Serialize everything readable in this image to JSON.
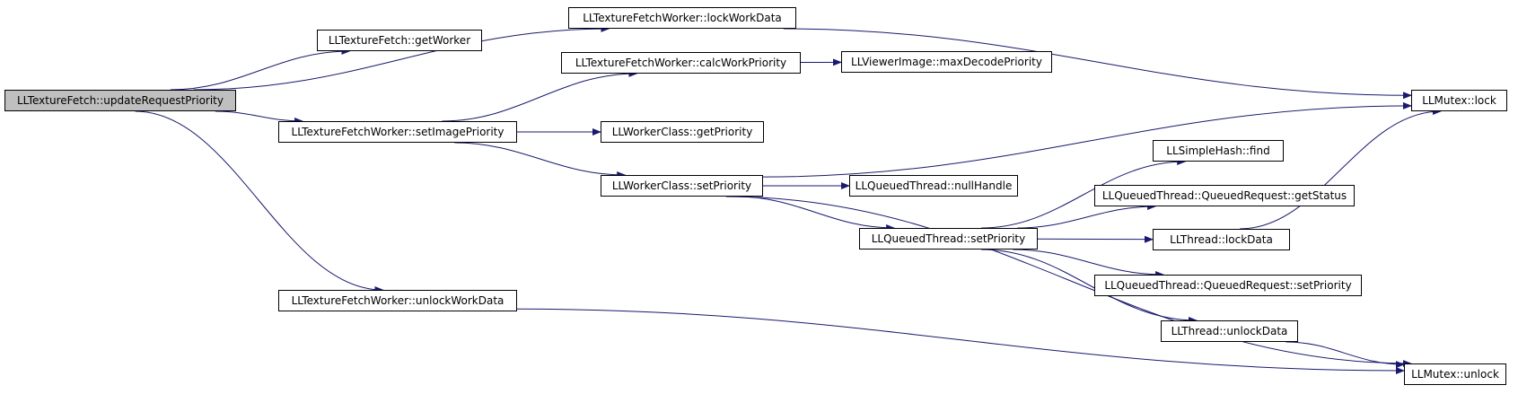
{
  "graph": {
    "colors": {
      "edge": "#191970",
      "root_fill": "#bfbfbf",
      "node_fill": "#ffffff",
      "border": "#000000"
    },
    "nodes": [
      {
        "id": "updateRequestPriority",
        "label": "LLTextureFetch::updateRequestPriority",
        "root": true
      },
      {
        "id": "getWorker",
        "label": "LLTextureFetch::getWorker"
      },
      {
        "id": "lockWorkData",
        "label": "LLTextureFetchWorker::lockWorkData"
      },
      {
        "id": "calcWorkPriority",
        "label": "LLTextureFetchWorker::calcWorkPriority"
      },
      {
        "id": "maxDecodePriority",
        "label": "LLViewerImage::maxDecodePriority"
      },
      {
        "id": "setImagePriority",
        "label": "LLTextureFetchWorker::setImagePriority"
      },
      {
        "id": "wcGetPriority",
        "label": "LLWorkerClass::getPriority"
      },
      {
        "id": "wcSetPriority",
        "label": "LLWorkerClass::setPriority"
      },
      {
        "id": "nullHandle",
        "label": "LLQueuedThread::nullHandle"
      },
      {
        "id": "qtSetPriority",
        "label": "LLQueuedThread::setPriority"
      },
      {
        "id": "hashFind",
        "label": "LLSimpleHash::find"
      },
      {
        "id": "qrGetStatus",
        "label": "LLQueuedThread::QueuedRequest::getStatus"
      },
      {
        "id": "lockData",
        "label": "LLThread::lockData"
      },
      {
        "id": "qrSetPriority",
        "label": "LLQueuedThread::QueuedRequest::setPriority"
      },
      {
        "id": "unlockData",
        "label": "LLThread::unlockData"
      },
      {
        "id": "unlockWorkData",
        "label": "LLTextureFetchWorker::unlockWorkData"
      },
      {
        "id": "mutexLock",
        "label": "LLMutex::lock"
      },
      {
        "id": "mutexUnlock",
        "label": "LLMutex::unlock"
      }
    ],
    "edges": [
      [
        "updateRequestPriority",
        "getWorker"
      ],
      [
        "updateRequestPriority",
        "lockWorkData"
      ],
      [
        "updateRequestPriority",
        "setImagePriority"
      ],
      [
        "updateRequestPriority",
        "unlockWorkData"
      ],
      [
        "lockWorkData",
        "mutexLock"
      ],
      [
        "setImagePriority",
        "calcWorkPriority"
      ],
      [
        "setImagePriority",
        "wcGetPriority"
      ],
      [
        "setImagePriority",
        "wcSetPriority"
      ],
      [
        "calcWorkPriority",
        "maxDecodePriority"
      ],
      [
        "wcSetPriority",
        "mutexLock"
      ],
      [
        "wcSetPriority",
        "nullHandle"
      ],
      [
        "wcSetPriority",
        "qtSetPriority"
      ],
      [
        "wcSetPriority",
        "mutexUnlock"
      ],
      [
        "qtSetPriority",
        "hashFind"
      ],
      [
        "qtSetPriority",
        "qrGetStatus"
      ],
      [
        "qtSetPriority",
        "lockData"
      ],
      [
        "qtSetPriority",
        "qrSetPriority"
      ],
      [
        "qtSetPriority",
        "unlockData"
      ],
      [
        "lockData",
        "mutexLock"
      ],
      [
        "unlockData",
        "mutexUnlock"
      ],
      [
        "unlockWorkData",
        "mutexUnlock"
      ]
    ]
  }
}
